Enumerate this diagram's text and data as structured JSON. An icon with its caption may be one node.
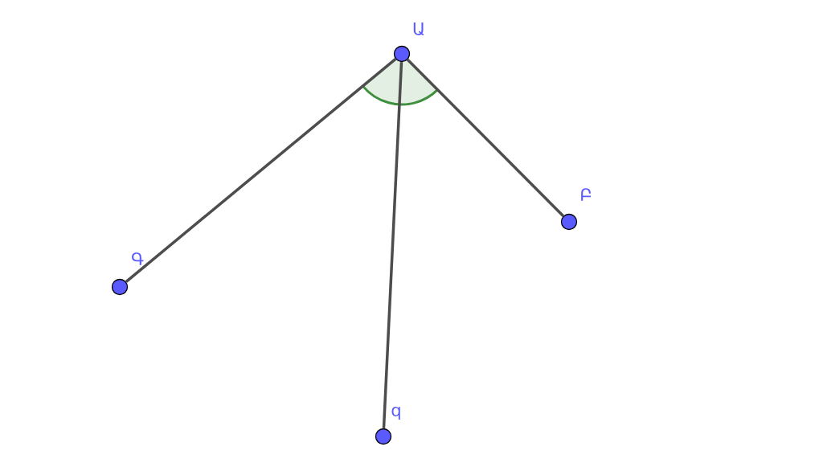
{
  "diagram": {
    "nodes": [
      {
        "text": [],
        "shape": "circle",
        "beside": [
          "Ա"
        ]
      },
      {
        "text": [],
        "shape": "circle",
        "beside": [
          "Բ"
        ]
      },
      {
        "text": [],
        "shape": "circle",
        "beside": [
          "Գ"
        ]
      },
      {
        "text": [],
        "shape": "circle",
        "beside": [
          "q"
        ]
      }
    ],
    "edges": [
      {
        "from": 0,
        "to": 2,
        "arrow": "none"
      },
      {
        "from": 0,
        "to": 3,
        "arrow": "none"
      },
      {
        "from": 0,
        "to": 1,
        "arrow": "none"
      }
    ]
  }
}
